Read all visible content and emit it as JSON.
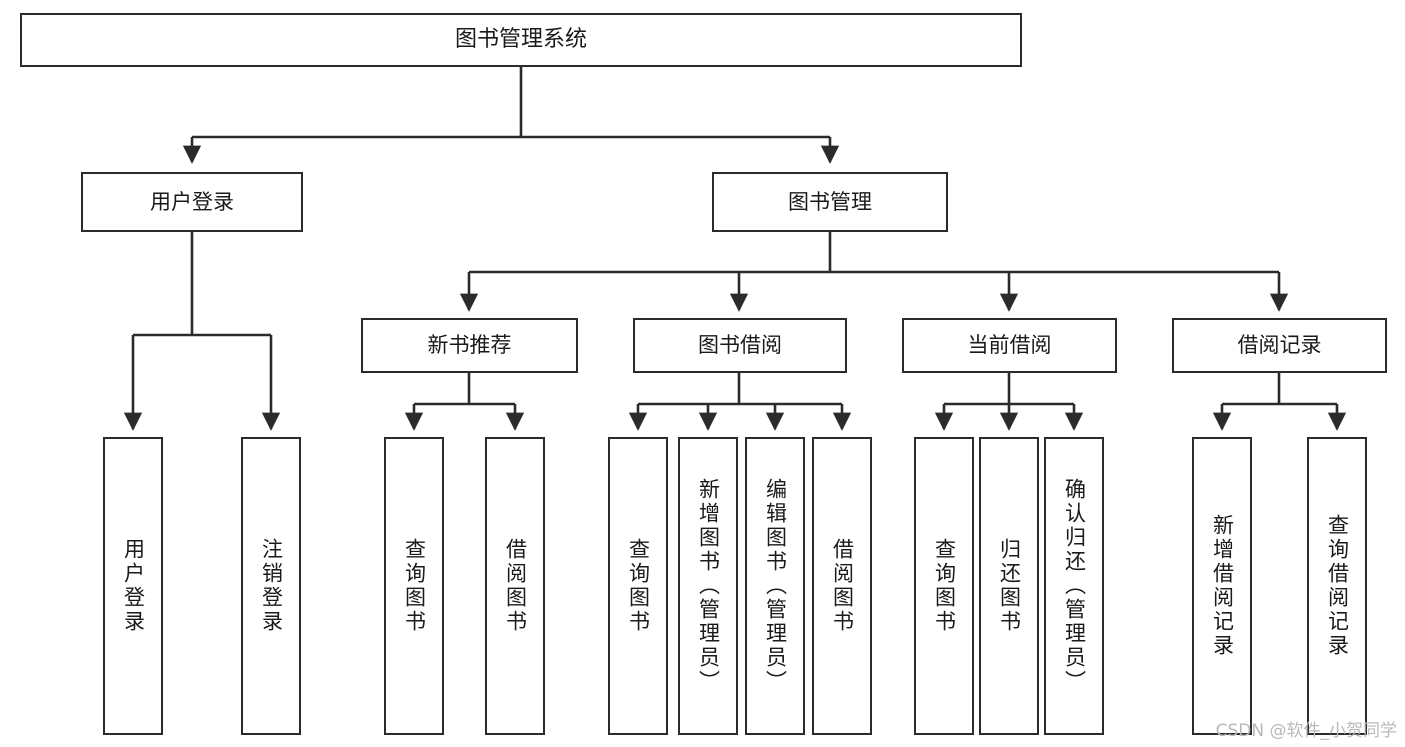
{
  "diagram": {
    "title": "图书管理系统",
    "type": "tree",
    "accent_color": "#2b2b2b",
    "background_color": "#ffffff",
    "text_color": "#1a1a1a",
    "nodes": {
      "root": {
        "label": "图书管理系统"
      },
      "level1": [
        {
          "id": "user-login",
          "label": "用户登录"
        },
        {
          "id": "book-manage",
          "label": "图书管理"
        }
      ],
      "level2": [
        {
          "id": "new-book-recommend",
          "label": "新书推荐"
        },
        {
          "id": "book-borrow",
          "label": "图书借阅"
        },
        {
          "id": "current-borrow",
          "label": "当前借阅"
        },
        {
          "id": "borrow-record",
          "label": "借阅记录"
        }
      ],
      "leaves": {
        "user-login": [
          {
            "id": "leaf-user-login",
            "label": "用户登录"
          },
          {
            "id": "leaf-logout-login",
            "label": "注销登录"
          }
        ],
        "new-book-recommend": [
          {
            "id": "leaf-query-book-1",
            "label": "查询图书"
          },
          {
            "id": "leaf-borrow-book-1",
            "label": "借阅图书"
          }
        ],
        "book-borrow": [
          {
            "id": "leaf-query-book-2",
            "label": "查询图书"
          },
          {
            "id": "leaf-add-book",
            "label": "新增图书（管理员）"
          },
          {
            "id": "leaf-edit-book",
            "label": "编辑图书（管理员）"
          },
          {
            "id": "leaf-borrow-book-2",
            "label": "借阅图书"
          }
        ],
        "current-borrow": [
          {
            "id": "leaf-query-book-3",
            "label": "查询图书"
          },
          {
            "id": "leaf-return-book",
            "label": "归还图书"
          },
          {
            "id": "leaf-confirm-return",
            "label": "确认归还（管理员）"
          }
        ],
        "borrow-record": [
          {
            "id": "leaf-add-record",
            "label": "新增借阅记录"
          },
          {
            "id": "leaf-query-record",
            "label": "查询借阅记录"
          }
        ]
      }
    }
  },
  "watermark": {
    "text": "CSDN @软件_小贺同学"
  }
}
